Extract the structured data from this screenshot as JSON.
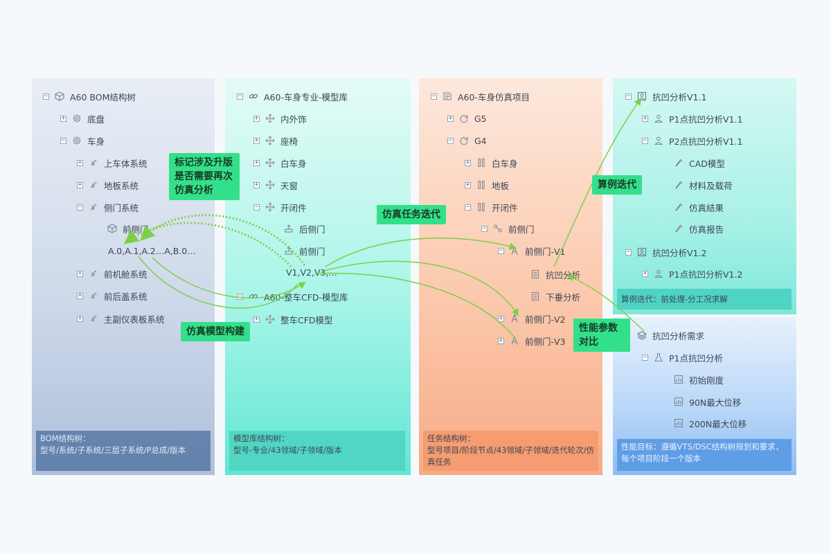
{
  "panels": {
    "bom": {
      "root": "A60 BOM结构树",
      "items": [
        "底盘",
        "车身",
        "上车体系统",
        "地板系统",
        "侧门系统",
        "前侧门",
        "前机舱系统",
        "前后盖系统",
        "主副仪表板系统"
      ],
      "versions": "A.0,A.1,A.2…A,B.0…",
      "footer_title": "BOM结构树：",
      "footer_text": "型号/系统/子系统/三层子系统/P总成/版本"
    },
    "model": {
      "root": "A60-车身专业-模型库",
      "items": [
        "内外饰",
        "座椅",
        "白车身",
        "天窗",
        "开闭件",
        "后侧门",
        "前侧门"
      ],
      "versions": "V1,V2,V3,…",
      "root2": "A60-整车CFD-模型库",
      "items2": [
        "整车CFD模型"
      ],
      "footer_title": "模型库结构树：",
      "footer_text": "型号-专业/43领域/子领域/版本"
    },
    "task": {
      "root": "A60-车身仿真项目",
      "items": [
        "G5",
        "G4",
        "白车身",
        "地板",
        "开闭件",
        "前侧门",
        "前侧门-V1",
        "抗凹分析",
        "下垂分析",
        "前侧门-V2",
        "前侧门-V3"
      ],
      "footer_title": "任务结构树：",
      "footer_text": "型号项目/阶段节点/43领域/子领域/迭代轮次/仿真任务"
    },
    "case": {
      "root": "抗凹分析V1.1",
      "items": [
        "P1点抗凹分析V1.1",
        "P2点抗凹分析V1.1",
        "CAD模型",
        "材料及载荷",
        "仿真结果",
        "仿真报告"
      ],
      "root2": "抗凹分析V1.2",
      "items2": [
        "P1点抗凹分析V1.2"
      ],
      "footer_text": "算例迭代：前处理-分工况求解"
    },
    "perf": {
      "root": "抗凹分析需求",
      "items": [
        "P1点抗凹分析",
        "初始刚度",
        "90N最大位移",
        "200N最大位移"
      ],
      "footer_text": "性能目标：遵循VTS/DSC结构树规划和要求，每个项目阶段一个版本"
    }
  },
  "callouts": {
    "mark": "标记涉及升版是否需要再次仿真分析",
    "mark_lines": [
      "标记涉及升版",
      "是否需要再次",
      "仿真分析"
    ],
    "task_iter": "仿真任务迭代",
    "model_build": "仿真模型构建",
    "case_iter": "算例迭代",
    "perf_compare_lines": [
      "性能参数",
      "对比"
    ]
  },
  "colors": {
    "accent_green": "#33e08a",
    "connector": "#7ccf4a",
    "bom_panel": "#cfd9ea",
    "model_panel": "#a9f5e8",
    "task_panel": "#fbc9ad",
    "case_panel": "#a9f1e7",
    "perf_panel": "#b7d6f8"
  },
  "icons": {
    "bom_root": "cube-icon",
    "bom_item": "gear-icon",
    "bom_sub": "part-icon",
    "model_root": "link-icon",
    "model_item": "move-icon",
    "model_leaf": "cad-icon",
    "task_root": "book-icon",
    "task_stage": "refresh-icon",
    "task_domain": "bars-icon",
    "task_sub": "share-icon",
    "task_iter": "compass-icon",
    "task_case": "doc-icon",
    "case_root": "image-icon",
    "case_item": "user-icon",
    "case_leaf": "brush-icon",
    "perf_root": "layers-icon",
    "perf_item": "flask-icon",
    "perf_leaf": "chart-icon"
  }
}
